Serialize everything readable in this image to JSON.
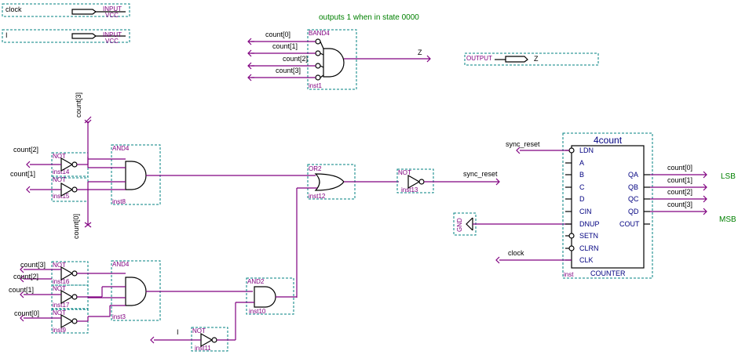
{
  "inputs": {
    "clock": {
      "name": "clock",
      "type": "INPUT",
      "default": "VCC"
    },
    "I": {
      "name": "I",
      "type": "INPUT",
      "default": "VCC"
    }
  },
  "output": {
    "type": "OUTPUT",
    "name": "Z"
  },
  "annotation": "outputs 1 when in state 0000",
  "nets": {
    "count0": "count[0]",
    "count1": "count[1]",
    "count2": "count[2]",
    "count3": "count[3]",
    "z": "Z",
    "sync_reset": "sync_reset",
    "clock": "clock",
    "i": "I"
  },
  "gates": {
    "and4_top": {
      "type": "BAND4",
      "inst": "inst1"
    },
    "and4_mid": {
      "type": "AND4",
      "inst": "inst8"
    },
    "and4_low": {
      "type": "AND4",
      "inst": "inst3"
    },
    "or2": {
      "type": "OR2",
      "inst": "inst12"
    },
    "and2": {
      "type": "AND2",
      "inst": "inst10"
    },
    "not14": {
      "type": "NOT",
      "inst": "inst14"
    },
    "not15": {
      "type": "NOT",
      "inst": "inst15"
    },
    "not13": {
      "type": "NOT",
      "inst": "inst13"
    },
    "not16": {
      "type": "NOT",
      "inst": "inst16"
    },
    "not17": {
      "type": "NOT",
      "inst": "inst17"
    },
    "not9": {
      "type": "NOT",
      "inst": "inst9"
    },
    "not11": {
      "type": "NOT",
      "inst": "inst11"
    }
  },
  "gnd": "GND",
  "counter": {
    "title": "4count",
    "footer": "COUNTER",
    "inst": "inst",
    "pins_left": [
      "LDN",
      "A",
      "B",
      "C",
      "D",
      "CIN",
      "DNUP",
      "SETN",
      "CLRN",
      "CLK"
    ],
    "pins_right": [
      "QA",
      "QB",
      "QC",
      "QD",
      "COUT"
    ]
  },
  "labels": {
    "lsb": "LSB",
    "msb": "MSB"
  }
}
